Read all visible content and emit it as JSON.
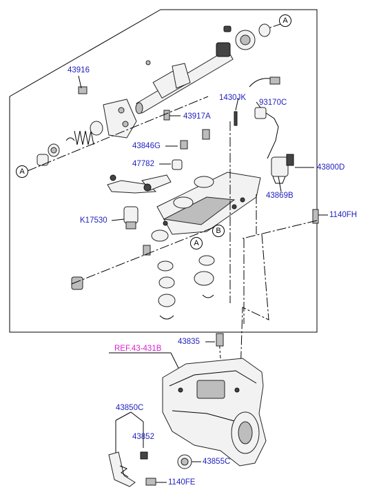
{
  "labels": {
    "p43916": "43916",
    "p1430jk": "1430JK",
    "p93170c": "93170C",
    "p43917a": "43917A",
    "p43846g": "43846G",
    "p47782": "47782",
    "p43800d": "43800D",
    "p43869b": "43869B",
    "pk17530": "K17530",
    "p1140fh": "1140FH",
    "p43835": "43835",
    "ref43431b": "REF.43-431B",
    "p43850c": "43850C",
    "p43852": "43852",
    "p43855c": "43855C",
    "p1140fe": "1140FE"
  },
  "markers": {
    "a": "A",
    "b": "B"
  },
  "colors": {
    "part_label": "#1f1fbf",
    "ref_label": "#d91fd0",
    "line": "#000000"
  }
}
